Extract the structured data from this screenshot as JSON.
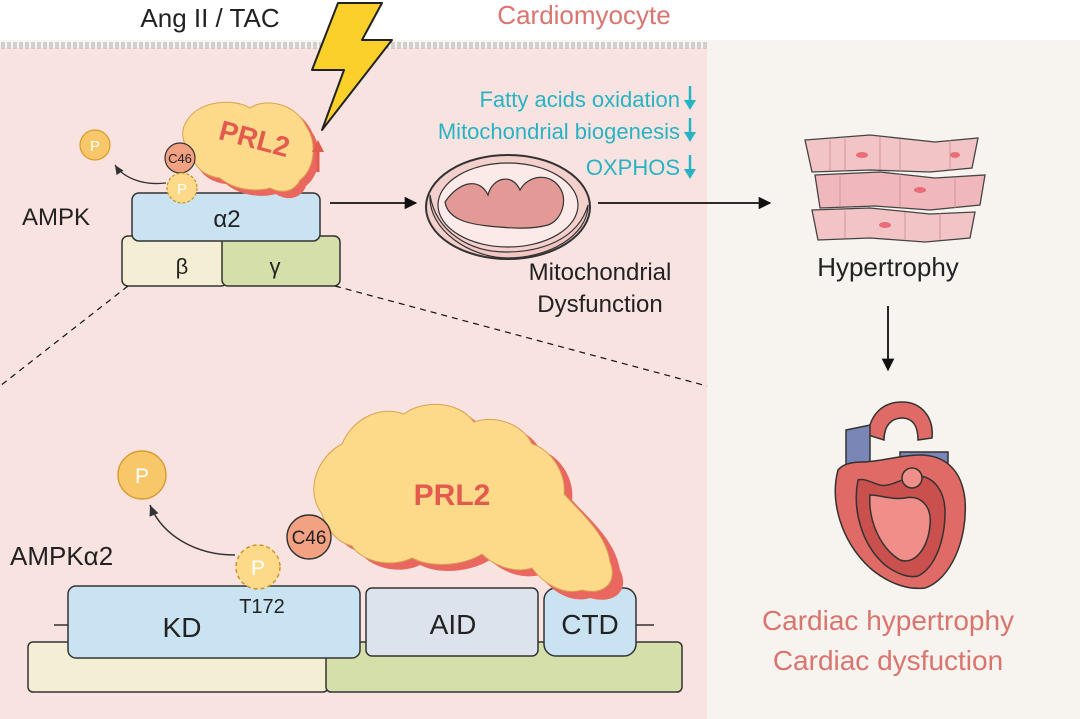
{
  "header": {
    "stimulus": "Ang II / TAC",
    "cell_type": "Cardiomyocyte"
  },
  "upper_panel": {
    "complex_label": "AMPK",
    "subunit_alpha": "α2",
    "subunit_beta": "β",
    "subunit_gamma": "γ",
    "enzyme": "PRL2",
    "residue": "C46",
    "phosphate": "P",
    "effects": [
      {
        "text": "Fatty acids oxidation"
      },
      {
        "text": "Mitochondrial biogenesis"
      },
      {
        "text": "OXPHOS"
      }
    ],
    "mito_label_line1": "Mitochondrial",
    "mito_label_line2": "Dysfunction"
  },
  "right_column": {
    "hypertrophy": "Hypertrophy",
    "outcome_line1": "Cardiac hypertrophy",
    "outcome_line2": "Cardiac dysfuction"
  },
  "lower_panel": {
    "protein_label": "AMPKα2",
    "enzyme": "PRL2",
    "residue": "C46",
    "phosphate": "P",
    "site": "T172",
    "domains": {
      "kd": "KD",
      "aid": "AID",
      "ctd": "CTD"
    }
  },
  "colors": {
    "panel_bg": "#f9e3e0",
    "light_bg": "#f7f3ef",
    "title_red": "#d9756e",
    "effect_teal": "#27b3c4",
    "alpha_blue": "#c9e3f2",
    "beta_cream": "#f4efd4",
    "gamma_green": "#d5dfa9",
    "prl2_yellow": "#fdd98a",
    "prl2_shadow": "#e9675e",
    "phospho_orange": "#f7c76a",
    "heart_red": "#e06a66",
    "vessel_blue": "#7a86b5"
  }
}
